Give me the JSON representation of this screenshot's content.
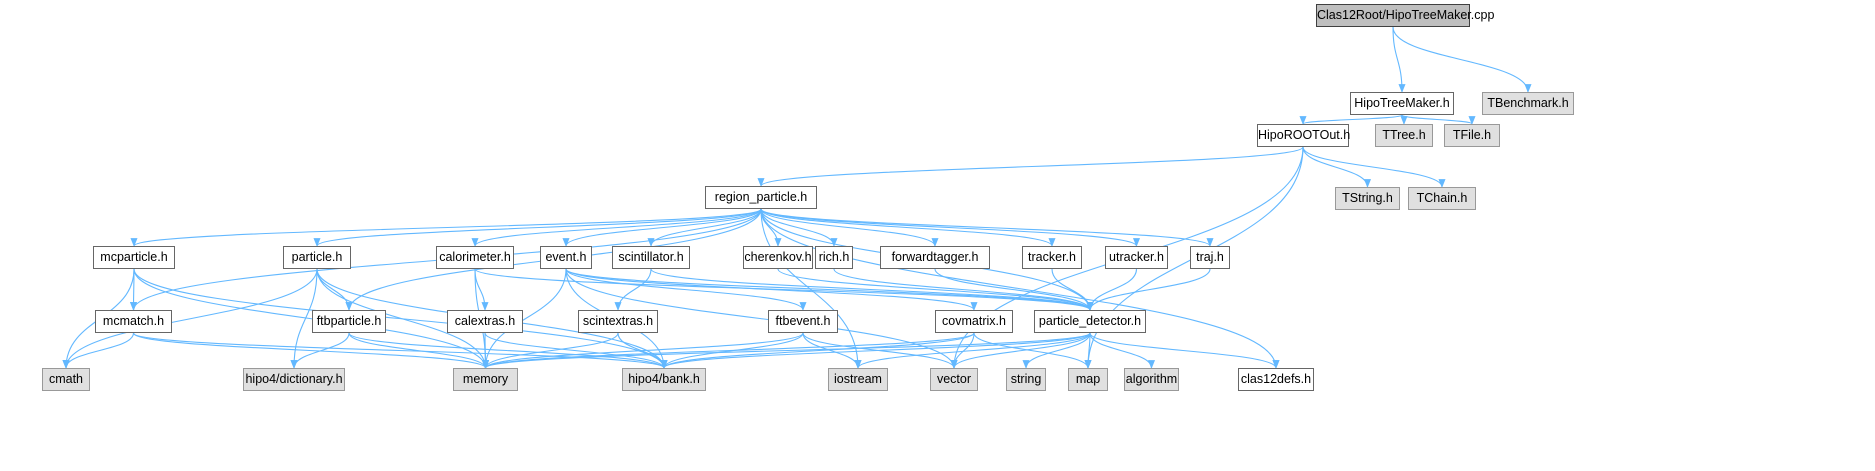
{
  "graph": {
    "edge_color": "#63b8ff",
    "nodes": {
      "cpp": {
        "label": "Clas12Root/HipoTreeMaker.cpp",
        "kind": "root"
      },
      "hipotreemaker": {
        "label": "HipoTreeMaker.h",
        "kind": "local"
      },
      "tbenchmark": {
        "label": "TBenchmark.h",
        "kind": "ext"
      },
      "hiporootout": {
        "label": "HipoROOTOut.h",
        "kind": "local"
      },
      "ttree": {
        "label": "TTree.h",
        "kind": "ext"
      },
      "tfile": {
        "label": "TFile.h",
        "kind": "ext"
      },
      "tstring": {
        "label": "TString.h",
        "kind": "ext"
      },
      "tchain": {
        "label": "TChain.h",
        "kind": "ext"
      },
      "region_particle": {
        "label": "region_particle.h",
        "kind": "local"
      },
      "mcparticle": {
        "label": "mcparticle.h",
        "kind": "local"
      },
      "particle": {
        "label": "particle.h",
        "kind": "local"
      },
      "calorimeter": {
        "label": "calorimeter.h",
        "kind": "local"
      },
      "event": {
        "label": "event.h",
        "kind": "local"
      },
      "scintillator": {
        "label": "scintillator.h",
        "kind": "local"
      },
      "cherenkov": {
        "label": "cherenkov.h",
        "kind": "local"
      },
      "rich": {
        "label": "rich.h",
        "kind": "local"
      },
      "forwardtagger": {
        "label": "forwardtagger.h",
        "kind": "local"
      },
      "tracker": {
        "label": "tracker.h",
        "kind": "local"
      },
      "utracker": {
        "label": "utracker.h",
        "kind": "local"
      },
      "traj": {
        "label": "traj.h",
        "kind": "local"
      },
      "mcmatch": {
        "label": "mcmatch.h",
        "kind": "local"
      },
      "ftbparticle": {
        "label": "ftbparticle.h",
        "kind": "local"
      },
      "calextras": {
        "label": "calextras.h",
        "kind": "local"
      },
      "scintextras": {
        "label": "scintextras.h",
        "kind": "local"
      },
      "ftbevent": {
        "label": "ftbevent.h",
        "kind": "local"
      },
      "covmatrix": {
        "label": "covmatrix.h",
        "kind": "local"
      },
      "particle_detector": {
        "label": "particle_detector.h",
        "kind": "local"
      },
      "cmath": {
        "label": "cmath",
        "kind": "ext"
      },
      "dictionary": {
        "label": "hipo4/dictionary.h",
        "kind": "ext"
      },
      "memory": {
        "label": "memory",
        "kind": "ext"
      },
      "bank": {
        "label": "hipo4/bank.h",
        "kind": "ext"
      },
      "iostream": {
        "label": "iostream",
        "kind": "ext"
      },
      "vector": {
        "label": "vector",
        "kind": "ext"
      },
      "string": {
        "label": "string",
        "kind": "ext"
      },
      "map": {
        "label": "map",
        "kind": "ext"
      },
      "algorithm": {
        "label": "algorithm",
        "kind": "ext"
      },
      "clas12defs": {
        "label": "clas12defs.h",
        "kind": "local"
      }
    },
    "edges": [
      [
        "cpp",
        "hipotreemaker"
      ],
      [
        "cpp",
        "tbenchmark"
      ],
      [
        "hipotreemaker",
        "hiporootout"
      ],
      [
        "hipotreemaker",
        "ttree"
      ],
      [
        "hipotreemaker",
        "tfile"
      ],
      [
        "hiporootout",
        "region_particle"
      ],
      [
        "hiporootout",
        "tstring"
      ],
      [
        "hiporootout",
        "tchain"
      ],
      [
        "hiporootout",
        "vector"
      ],
      [
        "hiporootout",
        "map"
      ],
      [
        "region_particle",
        "mcparticle"
      ],
      [
        "region_particle",
        "particle"
      ],
      [
        "region_particle",
        "calorimeter"
      ],
      [
        "region_particle",
        "event"
      ],
      [
        "region_particle",
        "scintillator"
      ],
      [
        "region_particle",
        "cherenkov"
      ],
      [
        "region_particle",
        "rich"
      ],
      [
        "region_particle",
        "forwardtagger"
      ],
      [
        "region_particle",
        "tracker"
      ],
      [
        "region_particle",
        "utracker"
      ],
      [
        "region_particle",
        "traj"
      ],
      [
        "region_particle",
        "mcmatch"
      ],
      [
        "region_particle",
        "ftbparticle"
      ],
      [
        "region_particle",
        "clas12defs"
      ],
      [
        "region_particle",
        "iostream"
      ],
      [
        "region_particle",
        "particle_detector"
      ],
      [
        "mcparticle",
        "cmath"
      ],
      [
        "mcparticle",
        "mcmatch"
      ],
      [
        "mcparticle",
        "memory"
      ],
      [
        "mcparticle",
        "bank"
      ],
      [
        "particle",
        "cmath"
      ],
      [
        "particle",
        "dictionary"
      ],
      [
        "particle",
        "memory"
      ],
      [
        "particle",
        "ftbparticle"
      ],
      [
        "particle",
        "bank"
      ],
      [
        "calorimeter",
        "calextras"
      ],
      [
        "calorimeter",
        "memory"
      ],
      [
        "calorimeter",
        "particle_detector"
      ],
      [
        "event",
        "memory"
      ],
      [
        "event",
        "ftbevent"
      ],
      [
        "event",
        "bank"
      ],
      [
        "event",
        "covmatrix"
      ],
      [
        "event",
        "particle_detector"
      ],
      [
        "event",
        "vector"
      ],
      [
        "scintillator",
        "scintextras"
      ],
      [
        "scintillator",
        "particle_detector"
      ],
      [
        "cherenkov",
        "particle_detector"
      ],
      [
        "rich",
        "particle_detector"
      ],
      [
        "forwardtagger",
        "particle_detector"
      ],
      [
        "tracker",
        "particle_detector"
      ],
      [
        "utracker",
        "particle_detector"
      ],
      [
        "traj",
        "particle_detector"
      ],
      [
        "mcmatch",
        "cmath"
      ],
      [
        "mcmatch",
        "memory"
      ],
      [
        "mcmatch",
        "bank"
      ],
      [
        "ftbparticle",
        "dictionary"
      ],
      [
        "ftbparticle",
        "memory"
      ],
      [
        "ftbparticle",
        "bank"
      ],
      [
        "calextras",
        "memory"
      ],
      [
        "calextras",
        "bank"
      ],
      [
        "scintextras",
        "memory"
      ],
      [
        "scintextras",
        "bank"
      ],
      [
        "ftbevent",
        "memory"
      ],
      [
        "ftbevent",
        "bank"
      ],
      [
        "ftbevent",
        "iostream"
      ],
      [
        "ftbevent",
        "vector"
      ],
      [
        "covmatrix",
        "memory"
      ],
      [
        "covmatrix",
        "bank"
      ],
      [
        "covmatrix",
        "vector"
      ],
      [
        "covmatrix",
        "map"
      ],
      [
        "particle_detector",
        "memory"
      ],
      [
        "particle_detector",
        "bank"
      ],
      [
        "particle_detector",
        "iostream"
      ],
      [
        "particle_detector",
        "string"
      ],
      [
        "particle_detector",
        "map"
      ],
      [
        "particle_detector",
        "algorithm"
      ],
      [
        "particle_detector",
        "vector"
      ],
      [
        "particle_detector",
        "clas12defs"
      ]
    ]
  }
}
